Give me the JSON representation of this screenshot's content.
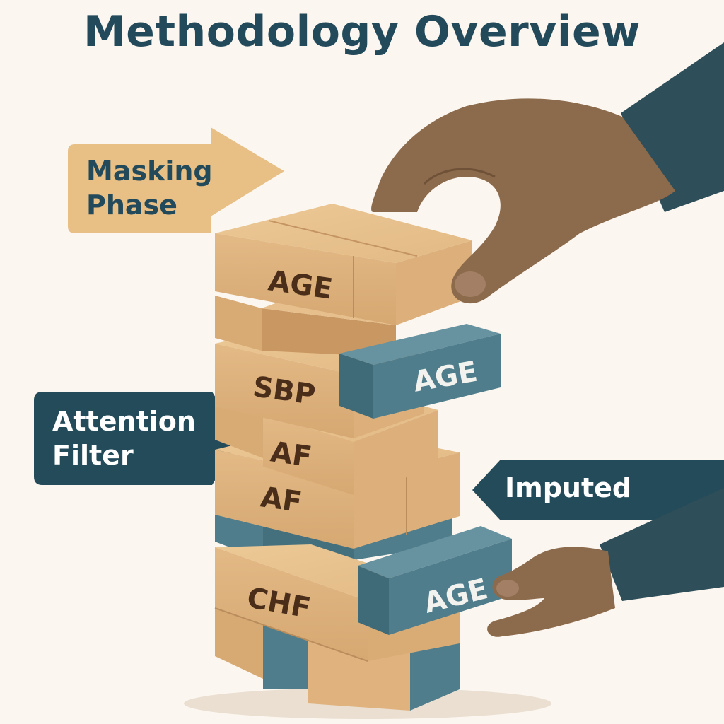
{
  "title": "Methodology Overview",
  "callouts": {
    "masking": [
      "Masking",
      "Phase"
    ],
    "attention": [
      "Attention",
      "Filter"
    ],
    "imputed": "Imputed"
  },
  "blocks": {
    "top": "AGE",
    "pulled_top": "AGE",
    "sbp": "SBP",
    "af_upper": "AF",
    "af_lower": "AF",
    "chf": "CHF",
    "pulled_bottom": "AGE"
  },
  "colors": {
    "background": "#fbf6ef",
    "title": "#234a5b",
    "wood": "#e2b883",
    "teal_block": "#4f7d8c",
    "navy_callout": "#244b5a",
    "orange_callout": "#e8bf85",
    "skin": "#8c6a4c",
    "sleeve": "#2e4e5a"
  }
}
